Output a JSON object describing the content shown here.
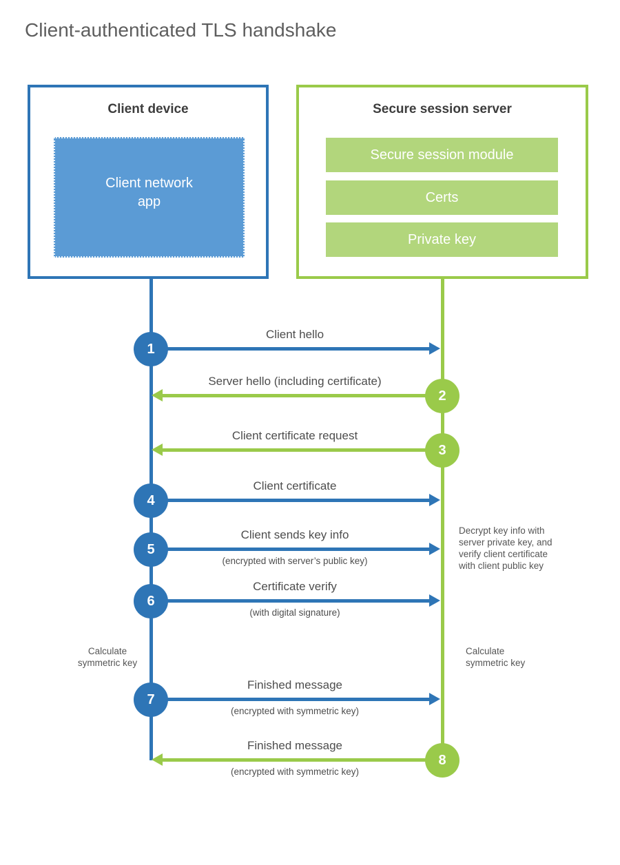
{
  "title": "Client-authenticated TLS handshake",
  "client": {
    "title": "Client device",
    "app_label": "Client network\napp"
  },
  "server": {
    "title": "Secure session server",
    "modules": [
      "Secure session module",
      "Certs",
      "Private key"
    ]
  },
  "steps": [
    {
      "num": "1",
      "label": "Client hello",
      "sublabel": "",
      "from": "client",
      "direction": "right"
    },
    {
      "num": "2",
      "label": "Server hello (including certificate)",
      "sublabel": "",
      "from": "server",
      "direction": "left"
    },
    {
      "num": "3",
      "label": "Client certificate request",
      "sublabel": "",
      "from": "server",
      "direction": "left"
    },
    {
      "num": "4",
      "label": "Client certificate",
      "sublabel": "",
      "from": "client",
      "direction": "right"
    },
    {
      "num": "5",
      "label": "Client sends key info",
      "sublabel": "(encrypted with server’s public key)",
      "from": "client",
      "direction": "right"
    },
    {
      "num": "6",
      "label": "Certificate verify",
      "sublabel": "(with digital signature)",
      "from": "client",
      "direction": "right"
    },
    {
      "num": "7",
      "label": "Finished message",
      "sublabel": "(encrypted with symmetric key)",
      "from": "client",
      "direction": "right"
    },
    {
      "num": "8",
      "label": "Finished message",
      "sublabel": "(encrypted with symmetric key)",
      "from": "server",
      "direction": "left"
    }
  ],
  "annotations": {
    "server_note": "Decrypt key info with\nserver private key, and\nverify client certificate\nwith client public key",
    "client_calc": "Calculate\nsymmetric key",
    "server_calc": "Calculate\nsymmetric key"
  },
  "colors": {
    "client_primary": "#2e75b6",
    "client_fill": "#5b9bd5",
    "server_primary": "#9aca4a",
    "server_fill": "#b2d67c",
    "heading_text": "#3d3d3d",
    "label_text": "#4d4d4d"
  }
}
